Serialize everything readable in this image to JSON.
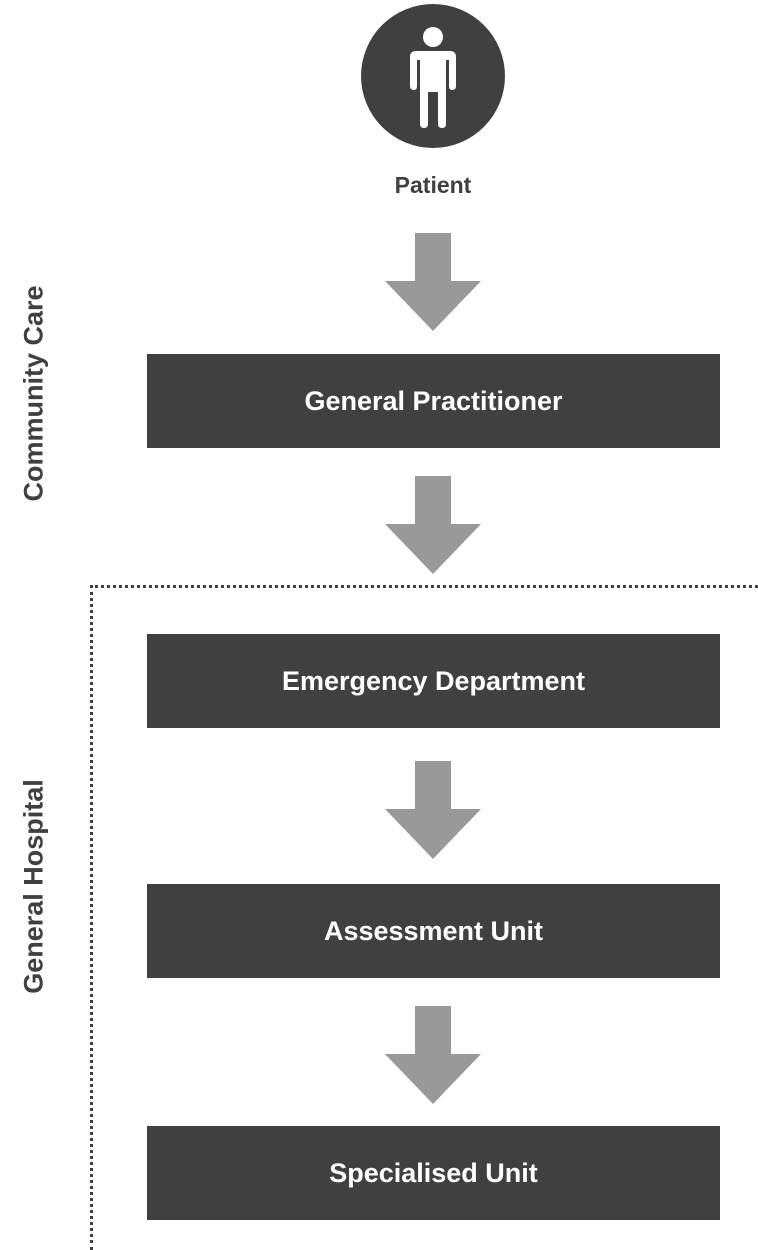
{
  "patient": {
    "label": "Patient"
  },
  "sections": {
    "community": "Community Care",
    "hospital": "General Hospital"
  },
  "steps": [
    {
      "label": "General Practitioner"
    },
    {
      "label": "Emergency Department"
    },
    {
      "label": "Assessment Unit"
    },
    {
      "label": "Specialised Unit"
    }
  ],
  "colors": {
    "box_fill": "#404040",
    "arrow_fill": "#999999",
    "text_dark": "#404040",
    "text_light": "#ffffff"
  },
  "icons": {
    "patient": "person-icon",
    "flow_arrow": "arrow-down-icon"
  }
}
